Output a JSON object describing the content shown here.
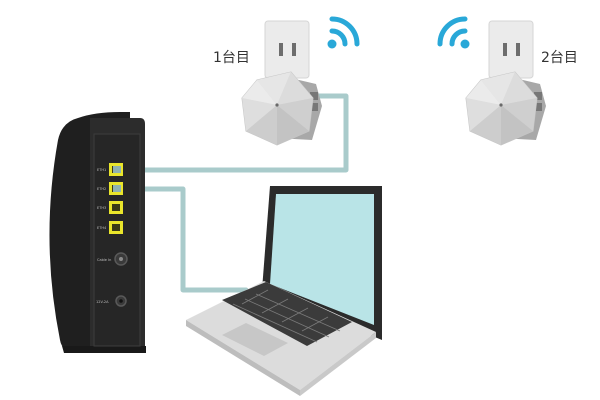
{
  "units": [
    {
      "label": "1台目",
      "wifi_color": "#29a8d8"
    },
    {
      "label": "2台目",
      "wifi_color": "#29a8d8"
    }
  ],
  "router": {
    "ports": [
      "ETH1",
      "ETH2",
      "ETH3",
      "ETH4"
    ],
    "cable_in_label": "Cable In",
    "power_label": "12V-2A"
  },
  "cable_color": "#a9cbcb",
  "port_color": "#e9e52b"
}
